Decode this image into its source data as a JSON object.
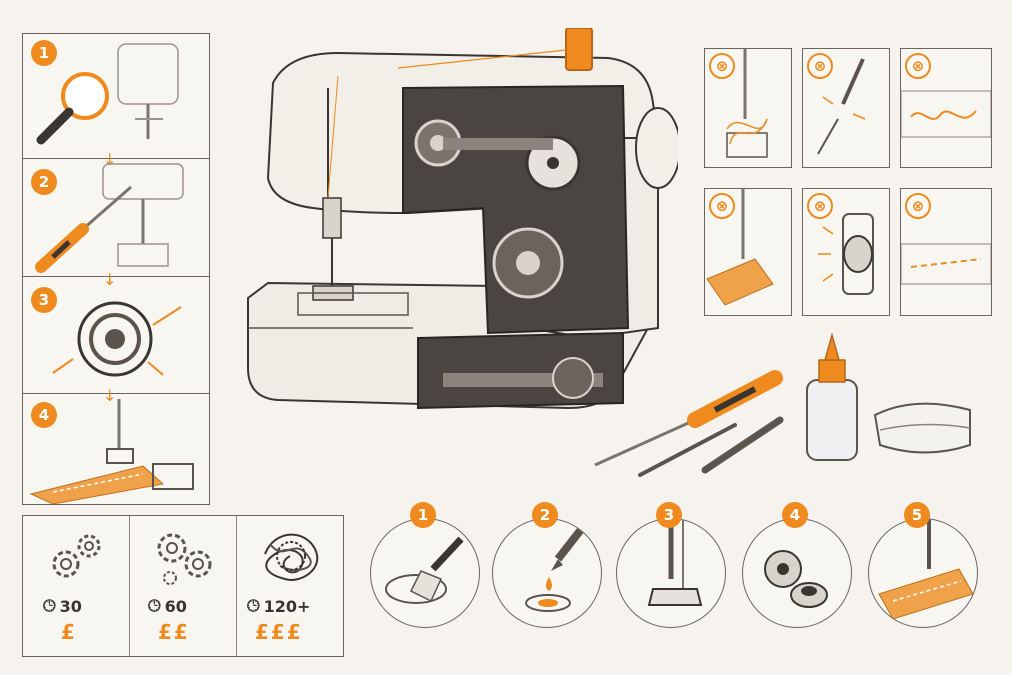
{
  "colors": {
    "accent": "#ee8a1e",
    "ink": "#3a3530",
    "paper": "#f6f3ee"
  },
  "diagnosis_steps": [
    {
      "number": "1",
      "icon": "magnifier-icon"
    },
    {
      "number": "2",
      "icon": "screwdriver-icon"
    },
    {
      "number": "3",
      "icon": "bobbin-case-icon"
    },
    {
      "number": "4",
      "icon": "test-stitch-icon"
    }
  ],
  "problems": [
    {
      "mark": "⊗",
      "icon": "thread-nest-icon"
    },
    {
      "mark": "⊗",
      "icon": "broken-needle-icon"
    },
    {
      "mark": "⊗",
      "icon": "skipped-stitches-icon"
    },
    {
      "mark": "⊗",
      "icon": "fabric-feed-icon"
    },
    {
      "mark": "⊗",
      "icon": "noisy-handwheel-icon"
    },
    {
      "mark": "⊗",
      "icon": "uneven-stitch-icon"
    }
  ],
  "maintenance_steps": [
    {
      "number": "1",
      "icon": "brush-clean-icon"
    },
    {
      "number": "2",
      "icon": "oil-drop-icon"
    },
    {
      "number": "3",
      "icon": "presser-foot-icon"
    },
    {
      "number": "4",
      "icon": "bobbins-icon"
    },
    {
      "number": "5",
      "icon": "stitch-test-icon"
    }
  ],
  "cost_levels": [
    {
      "time": "30",
      "price": "£",
      "icon": "two-gears-icon"
    },
    {
      "time": "60",
      "price": "££",
      "icon": "three-gears-icon"
    },
    {
      "time": "120+",
      "price": "£££",
      "icon": "tangled-gears-icon"
    }
  ]
}
